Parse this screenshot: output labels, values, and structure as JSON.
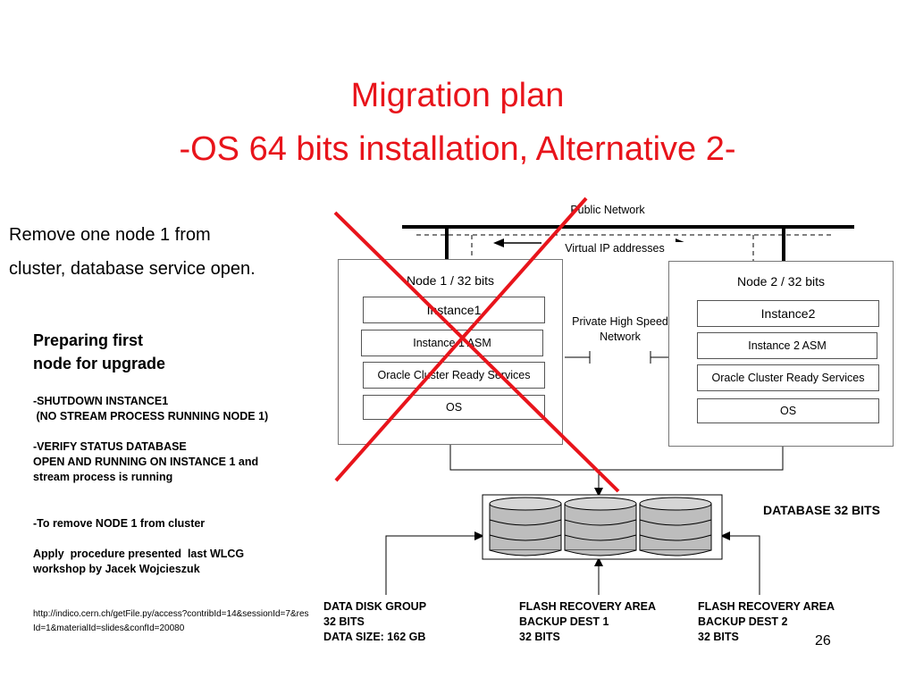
{
  "title": {
    "line1": "Migration plan",
    "line2": "-OS 64 bits installation, Alternative 2-"
  },
  "intro": {
    "line1": "Remove one node 1 from",
    "line2": "cluster, database service open."
  },
  "section": {
    "heading_line1": "Preparing first",
    "heading_line2": "node for upgrade",
    "step1": "-SHUTDOWN INSTANCE1\n (NO STREAM PROCESS RUNNING NODE 1)",
    "step2": "-VERIFY STATUS DATABASE\nOPEN AND RUNNING ON INSTANCE 1 and\nstream process is running",
    "step3": "-To remove NODE 1 from cluster",
    "step4": "Apply  procedure presented  last WLCG\nworkshop by Jacek Wojcieszuk",
    "link": "http://indico.cern.ch/getFile.py/access?contribId=14&sessionId=7&resId=1&materialId=slides&confId=20080"
  },
  "diagram": {
    "public_network": "Public Network",
    "virtual_ip": "Virtual IP addresses",
    "private_network": "Private High Speed Network",
    "node1": {
      "title": "Node 1 / 32 bits",
      "instance": "Instance1",
      "asm": "Instance 1 ASM",
      "crs": "Oracle Cluster Ready Services",
      "os": "OS"
    },
    "node2": {
      "title": "Node 2 / 32 bits",
      "instance": "Instance2",
      "asm": "Instance 2 ASM",
      "crs": "Oracle Cluster Ready Services",
      "os": "OS"
    },
    "database_label": "DATABASE 32 BITS",
    "storage": [
      {
        "line1": "DATA DISK GROUP",
        "line2": "32 BITS",
        "line3": "DATA SIZE: 162 GB"
      },
      {
        "line1": "FLASH RECOVERY AREA",
        "line2": "BACKUP DEST 1",
        "line3": "32 BITS"
      },
      {
        "line1": "FLASH RECOVERY AREA",
        "line2": "BACKUP DEST 2",
        "line3": "32 BITS"
      }
    ],
    "strike_color": "#e8141b"
  },
  "page_number": "26"
}
